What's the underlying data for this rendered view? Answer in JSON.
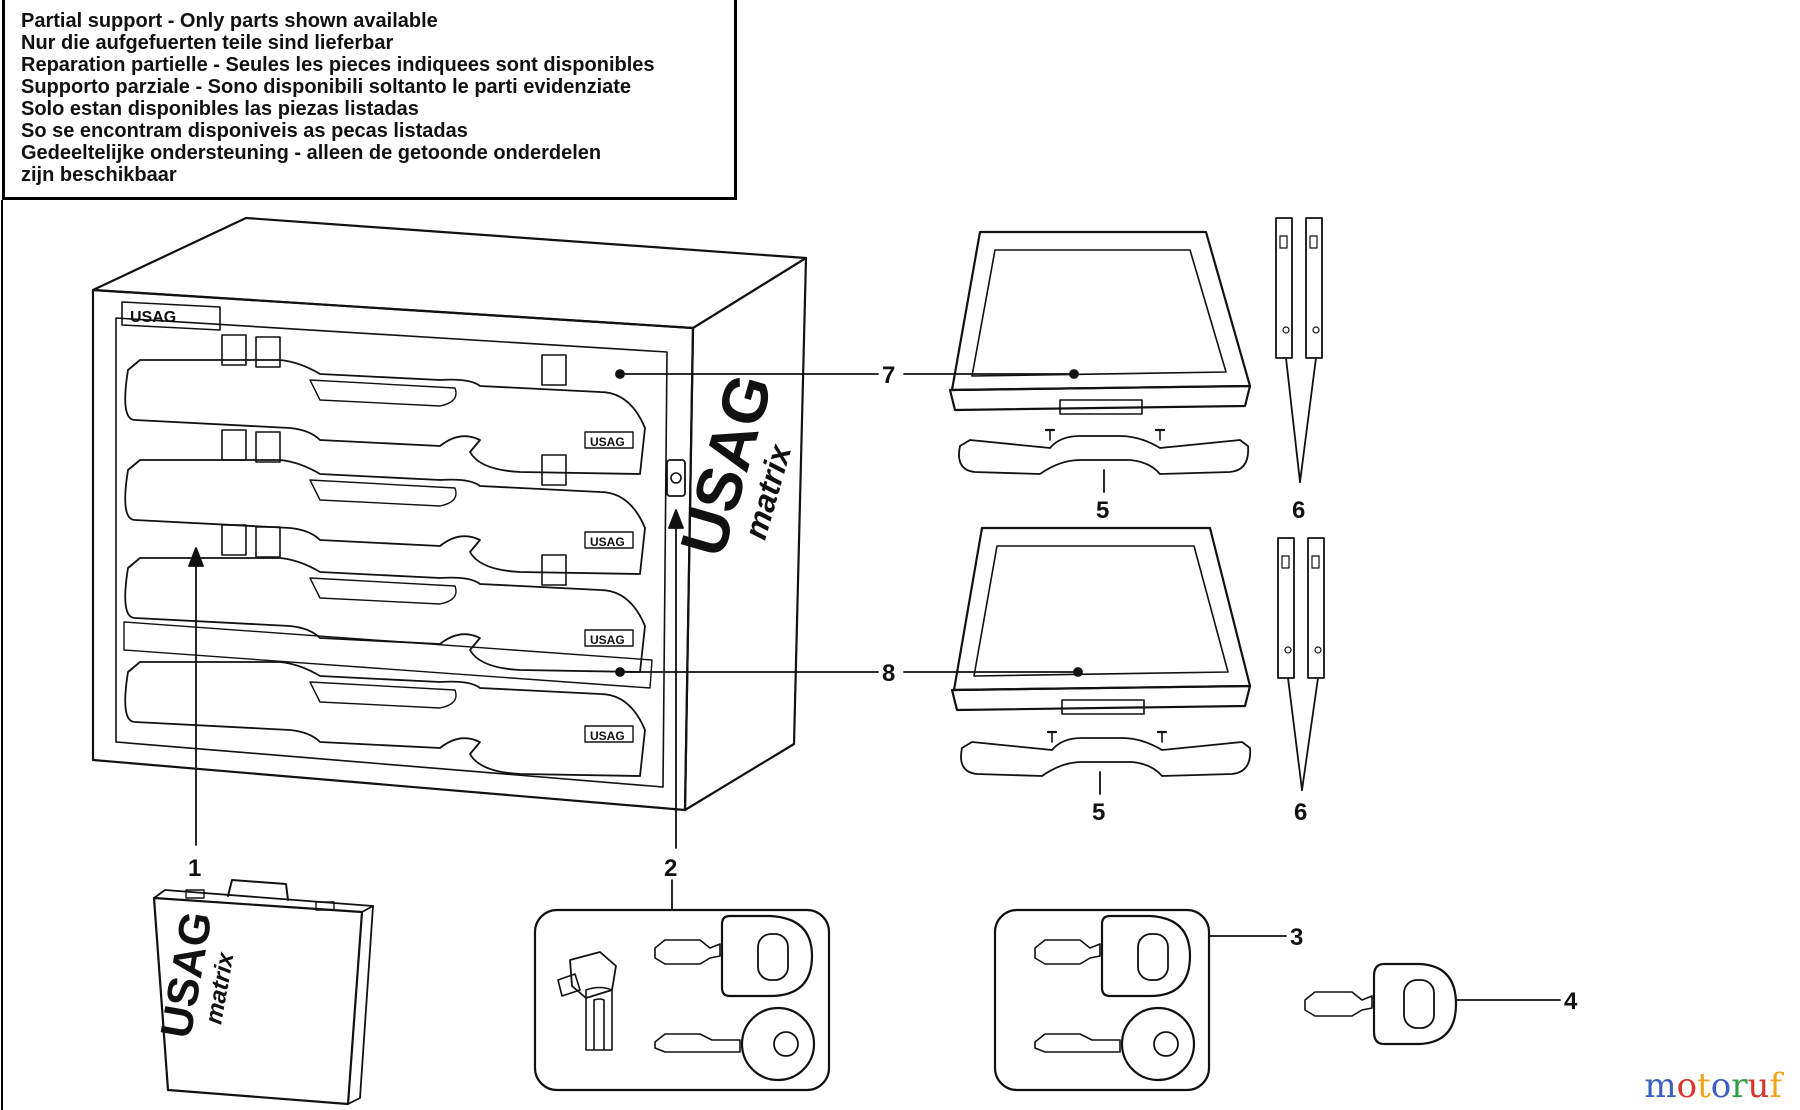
{
  "notice": {
    "lines": [
      "Partial support - Only parts shown available",
      "Nur die aufgefuerten teile sind lieferbar",
      "Reparation partielle - Seules les pieces indiquees sont disponibles",
      "Supporto parziale - Sono disponibili soltanto le parti evidenziate",
      "Solo estan disponibles las piezas listadas",
      "So se encontram disponiveis as pecas listadas",
      "Gedeeltelijke ondersteuning - alleen de getoonde onderdelen",
      "zijn beschikbaar"
    ]
  },
  "callouts": {
    "c1": "1",
    "c2": "2",
    "c3": "3",
    "c4": "4",
    "c5a": "5",
    "c5b": "5",
    "c6a": "6",
    "c6b": "6",
    "c7": "7",
    "c8": "8"
  },
  "brand": {
    "logo_small": "USAG",
    "side_logo_big": "USAG",
    "side_logo_sub": "matrix",
    "case_logo_big": "USAG",
    "case_logo_sub": "matrix",
    "handle_logo": "USAG"
  },
  "watermark": {
    "letters": [
      "m",
      "o",
      "t",
      "o",
      "r",
      "u",
      "f"
    ],
    "colors": [
      "#3b5fc0",
      "#d8342c",
      "#f0a41c",
      "#3b5fc0",
      "#2e9e4a",
      "#d8342c",
      "#f0a41c"
    ]
  }
}
